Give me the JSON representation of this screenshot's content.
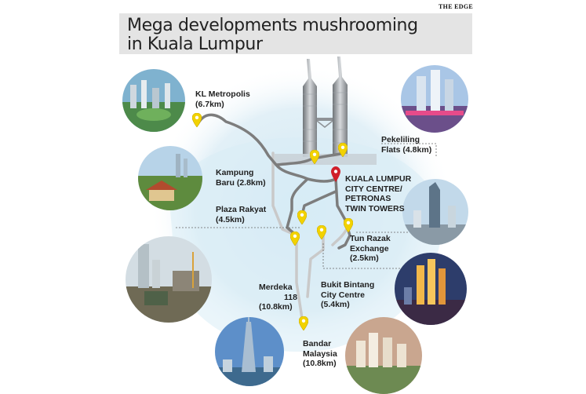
{
  "publisher": "THE EDGE",
  "title": {
    "line1": "Mega developments mushrooming",
    "line2": "in Kuala Lumpur"
  },
  "locations": {
    "kl_metropolis": {
      "name": "KL Metropolis",
      "distance": "(6.7km)"
    },
    "pekeliling": {
      "name": "Pekeliling",
      "distance": "Flats (4.8km)"
    },
    "kampung_baru": {
      "name": "Kampung",
      "distance": "Baru (2.8km)"
    },
    "klcc": {
      "line1": "KUALA LUMPUR",
      "line2": "CITY CENTRE/",
      "line3": "PETRONAS",
      "line4": "TWIN TOWERS"
    },
    "plaza_rakyat": {
      "name": "Plaza Rakyat",
      "distance": "(4.5km)"
    },
    "trx": {
      "line1": "Tun Razak",
      "line2": "Exchange",
      "line3": "(2.5km)"
    },
    "merdeka": {
      "line1": "Merdeka",
      "line2": "118",
      "line3": "(10.8km)"
    },
    "bukit_bintang": {
      "line1": "Bukit Bintang",
      "line2": "City Centre",
      "line3": "(5.4km)"
    },
    "bandar_malaysia": {
      "line1": "Bandar",
      "line2": "Malaysia",
      "line3": "(10.8km)"
    }
  },
  "colors": {
    "route_dark": "#7d7d7d",
    "route_light": "#c9c9c9",
    "pin_yellow": "#f2d200",
    "pin_red": "#d01f2a",
    "map_bg": "#d9ecf5",
    "title_bg": "#e4e4e4"
  },
  "icons": {
    "destination_pin": "map-pin-yellow",
    "center_pin": "map-pin-red"
  }
}
